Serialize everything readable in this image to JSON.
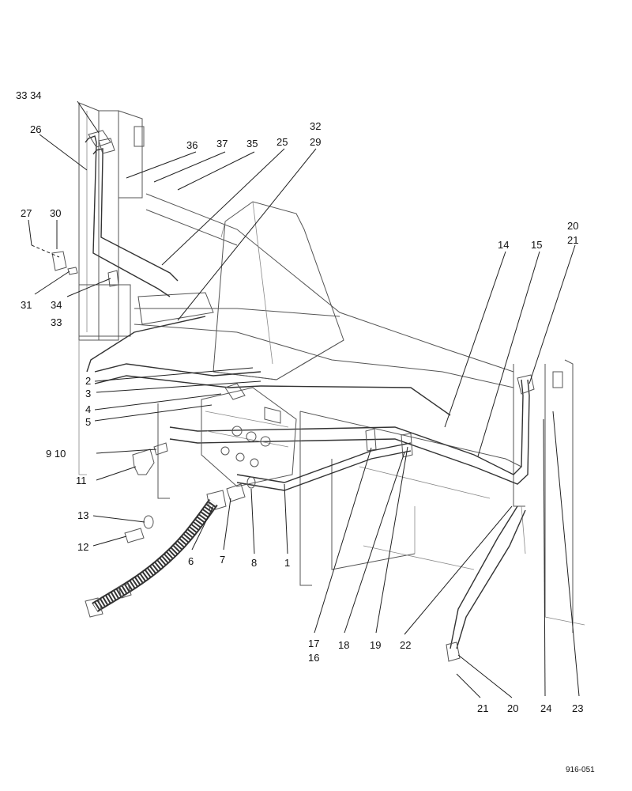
{
  "figure_number": "916-051",
  "callouts": [
    {
      "id": "c-33-34-top",
      "text": "33 34"
    },
    {
      "id": "c-26",
      "text": "26"
    },
    {
      "id": "c-32",
      "text": "32"
    },
    {
      "id": "c-29",
      "text": "29"
    },
    {
      "id": "c-36",
      "text": "36"
    },
    {
      "id": "c-37",
      "text": "37"
    },
    {
      "id": "c-35",
      "text": "35"
    },
    {
      "id": "c-25",
      "text": "25"
    },
    {
      "id": "c-27",
      "text": "27"
    },
    {
      "id": "c-30",
      "text": "30"
    },
    {
      "id": "c-31",
      "text": "31"
    },
    {
      "id": "c-34",
      "text": "34"
    },
    {
      "id": "c-33",
      "text": "33"
    },
    {
      "id": "c-14",
      "text": "14"
    },
    {
      "id": "c-15",
      "text": "15"
    },
    {
      "id": "c-20-top",
      "text": "20"
    },
    {
      "id": "c-21-top",
      "text": "21"
    },
    {
      "id": "c-2",
      "text": "2"
    },
    {
      "id": "c-3",
      "text": "3"
    },
    {
      "id": "c-4",
      "text": "4"
    },
    {
      "id": "c-5",
      "text": "5"
    },
    {
      "id": "c-9-10",
      "text": "9 10"
    },
    {
      "id": "c-11",
      "text": "11"
    },
    {
      "id": "c-13",
      "text": "13"
    },
    {
      "id": "c-12",
      "text": "12"
    },
    {
      "id": "c-6",
      "text": "6"
    },
    {
      "id": "c-7",
      "text": "7"
    },
    {
      "id": "c-8",
      "text": "8"
    },
    {
      "id": "c-1",
      "text": "1"
    },
    {
      "id": "c-17",
      "text": "17"
    },
    {
      "id": "c-16",
      "text": "16"
    },
    {
      "id": "c-18",
      "text": "18"
    },
    {
      "id": "c-19",
      "text": "19"
    },
    {
      "id": "c-22",
      "text": "22"
    },
    {
      "id": "c-21-bottom",
      "text": "21"
    },
    {
      "id": "c-20-bottom",
      "text": "20"
    },
    {
      "id": "c-24",
      "text": "24"
    },
    {
      "id": "c-23",
      "text": "23"
    }
  ]
}
